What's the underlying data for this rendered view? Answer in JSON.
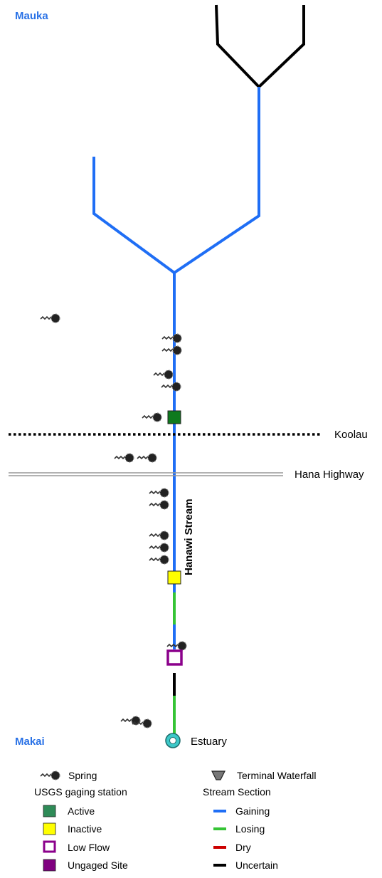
{
  "labels": {
    "mauka": "Mauka",
    "makai": "Makai",
    "koolau": "Koolau",
    "highway": "Hana Highway",
    "stream": "Hanawi Stream",
    "estuary": "Estuary"
  },
  "legend": {
    "spring": "Spring",
    "gaging_title": "USGS gaging station",
    "active": "Active",
    "inactive": "Inactive",
    "low_flow": "Low Flow",
    "ungaged": "Ungaged Site",
    "terminal_waterfall": "Terminal Waterfall",
    "section_title": "Stream Section",
    "gaining": "Gaining",
    "losing": "Losing",
    "dry": "Dry",
    "uncertain": "Uncertain"
  },
  "colors": {
    "gaining": "#1f6ef5",
    "losing": "#35c435",
    "dry": "#cc0000",
    "uncertain": "#000000",
    "active": "#2e8b57",
    "active_map": "#0f7a1e",
    "inactive": "#ffff00",
    "low_flow": "#8b008b",
    "ungaged": "#800080",
    "estuary": "#3cc8c8",
    "label_blue": "#2a72e6"
  }
}
